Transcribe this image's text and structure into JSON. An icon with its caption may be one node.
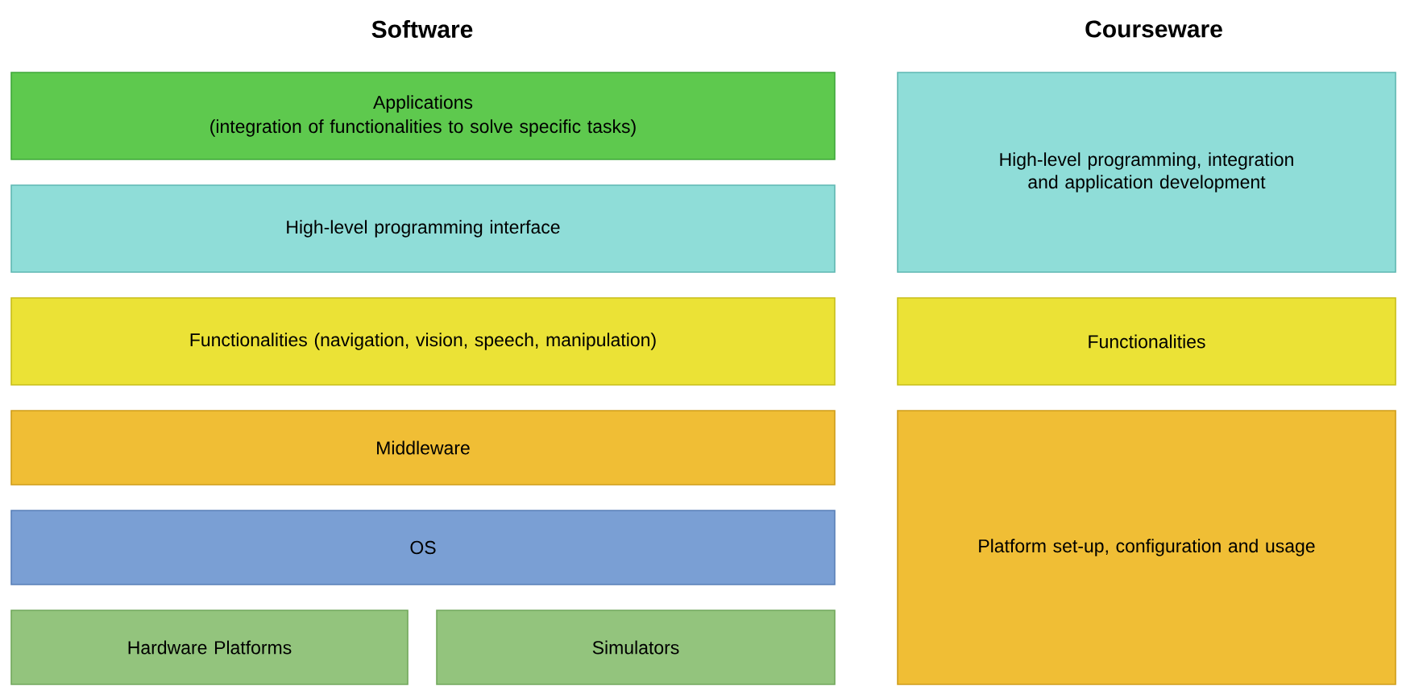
{
  "diagram": {
    "nodes": [
      {
        "text": [
          "Applications",
          "(integration of functionalities to solve specific tasks)"
        ]
      },
      {
        "text": [
          "High-level programming interface"
        ]
      },
      {
        "text": [
          "Functionalities (navigation, vision, speech, manipulation)"
        ]
      },
      {
        "text": [
          "Middleware"
        ]
      },
      {
        "text": [
          "OS"
        ]
      },
      {
        "text": [
          "Hardware Platforms"
        ]
      },
      {
        "text": [
          "Simulators"
        ]
      },
      {
        "text": [
          "High-level programming, integration and application development"
        ]
      },
      {
        "text": [
          "Functionalities"
        ]
      },
      {
        "text": [
          "Platform set-up, configuration and usage"
        ]
      }
    ],
    "labels": [
      "Software",
      "Courseware"
    ]
  }
}
